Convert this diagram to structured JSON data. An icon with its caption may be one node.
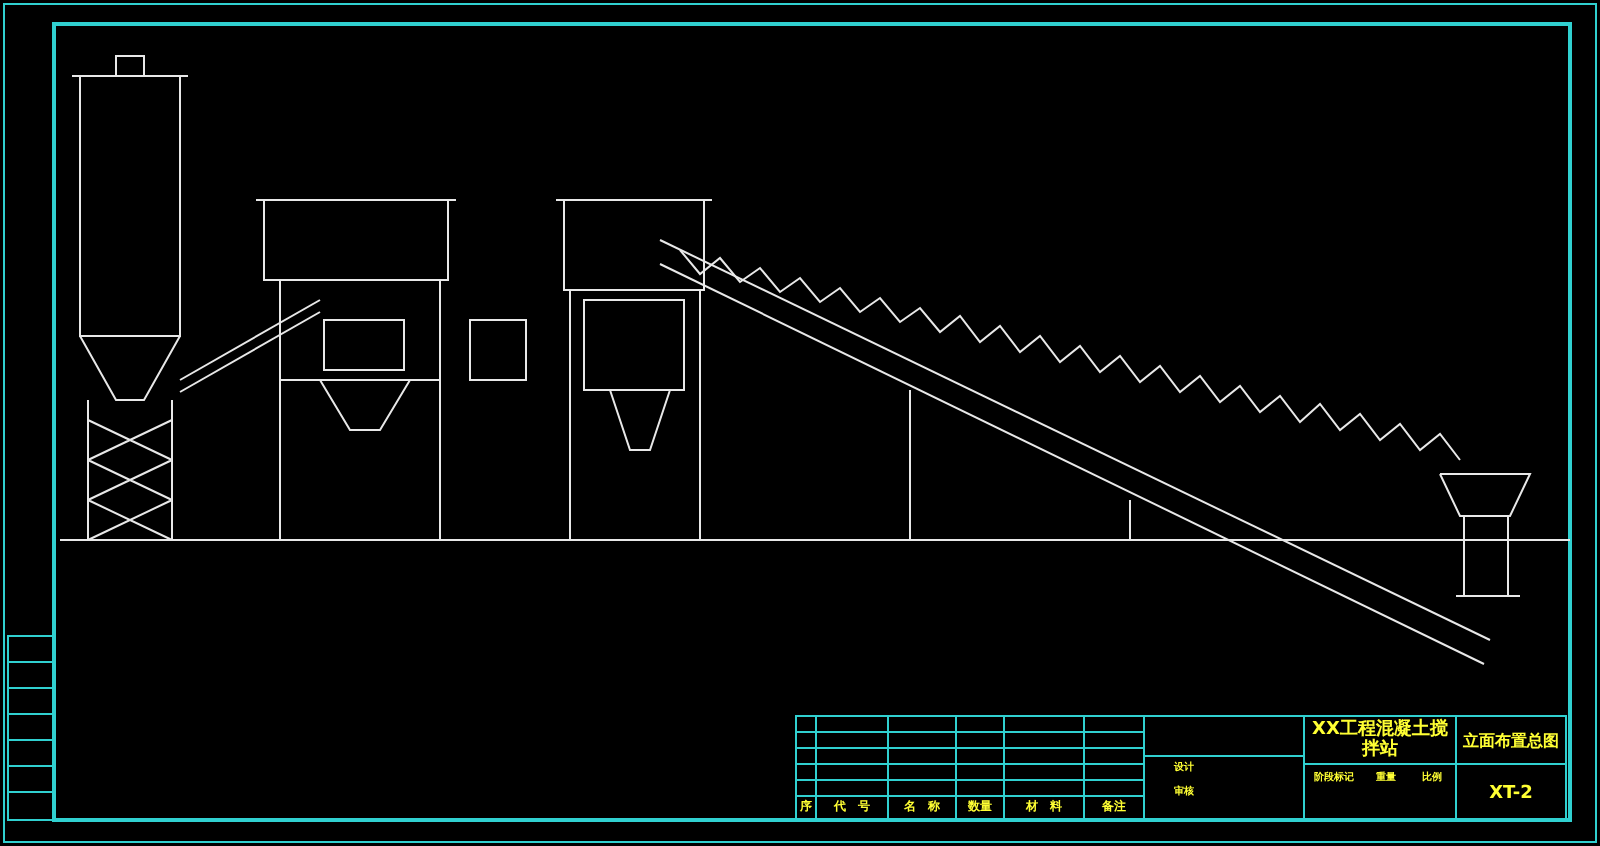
{
  "diagram": {
    "labels": [
      "XX工程混凝土搅拌站",
      "立面布置总图",
      "XT-2",
      "阶段标记",
      "重量",
      "比例",
      "序",
      "代　号",
      "名　称",
      "数量",
      "材　料",
      "备注",
      "设计",
      "审核"
    ]
  }
}
